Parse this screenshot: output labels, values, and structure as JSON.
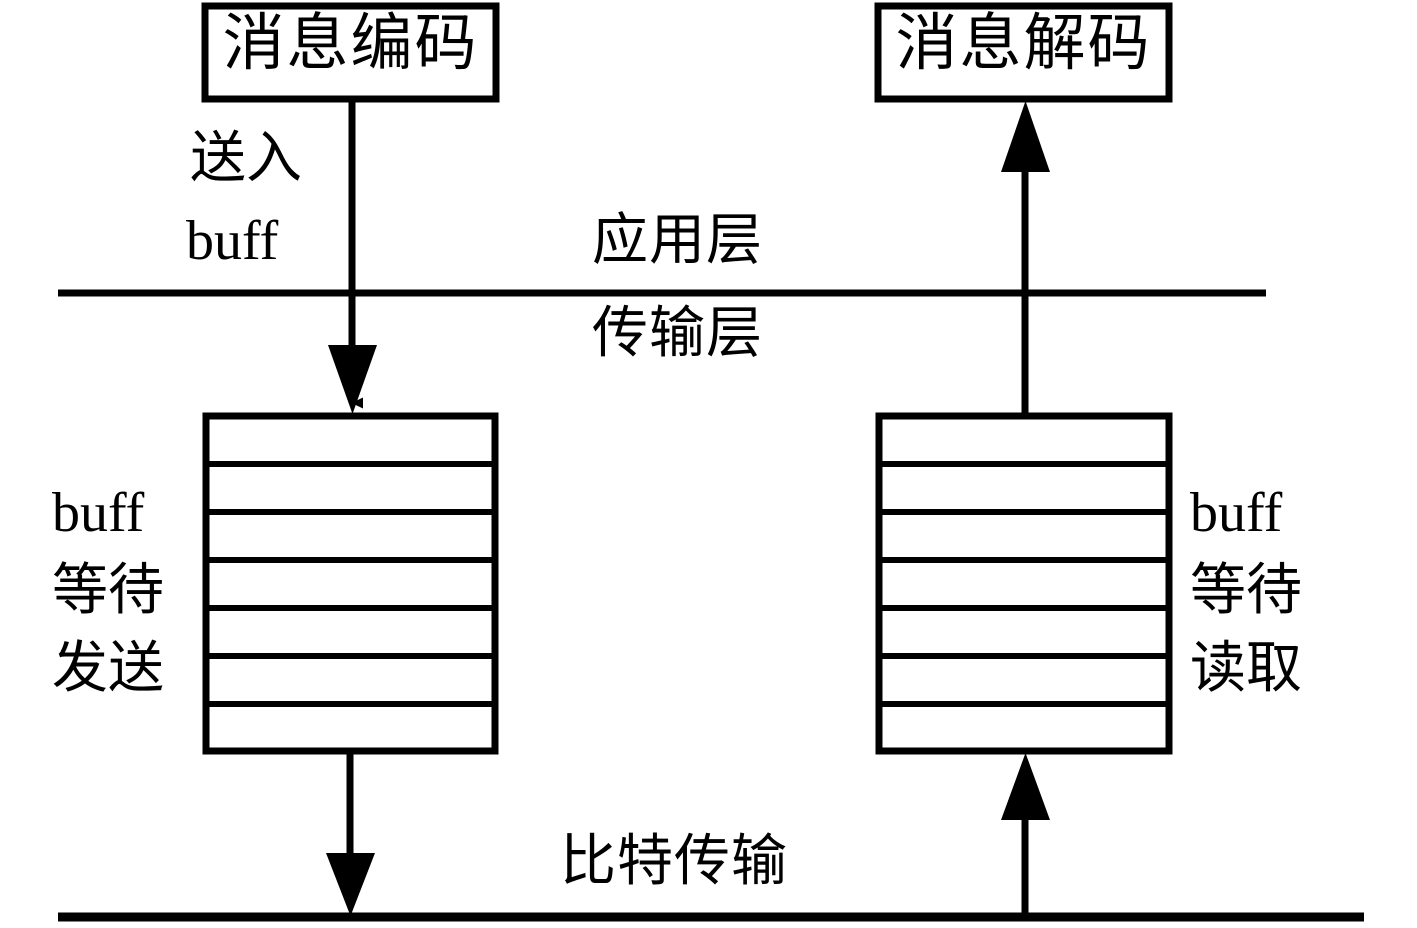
{
  "diagram": {
    "title_boxes": {
      "encoder": "消息编码",
      "decoder": "消息解码"
    },
    "layer_labels": {
      "application": "应用层",
      "transport": "传输层",
      "physical": "比特传输"
    },
    "edge_labels": {
      "into_buffer_line1": "送入",
      "into_buffer_line2": "buff"
    },
    "buffers": {
      "send": {
        "label_line1": "buff",
        "label_line2": "等待",
        "label_line3": "发送",
        "slots": 7
      },
      "receive": {
        "label_line1": "buff",
        "label_line2": "等待",
        "label_line3": "读取",
        "slots": 7
      }
    },
    "colors": {
      "stroke": "#000000",
      "background": "#ffffff"
    }
  }
}
